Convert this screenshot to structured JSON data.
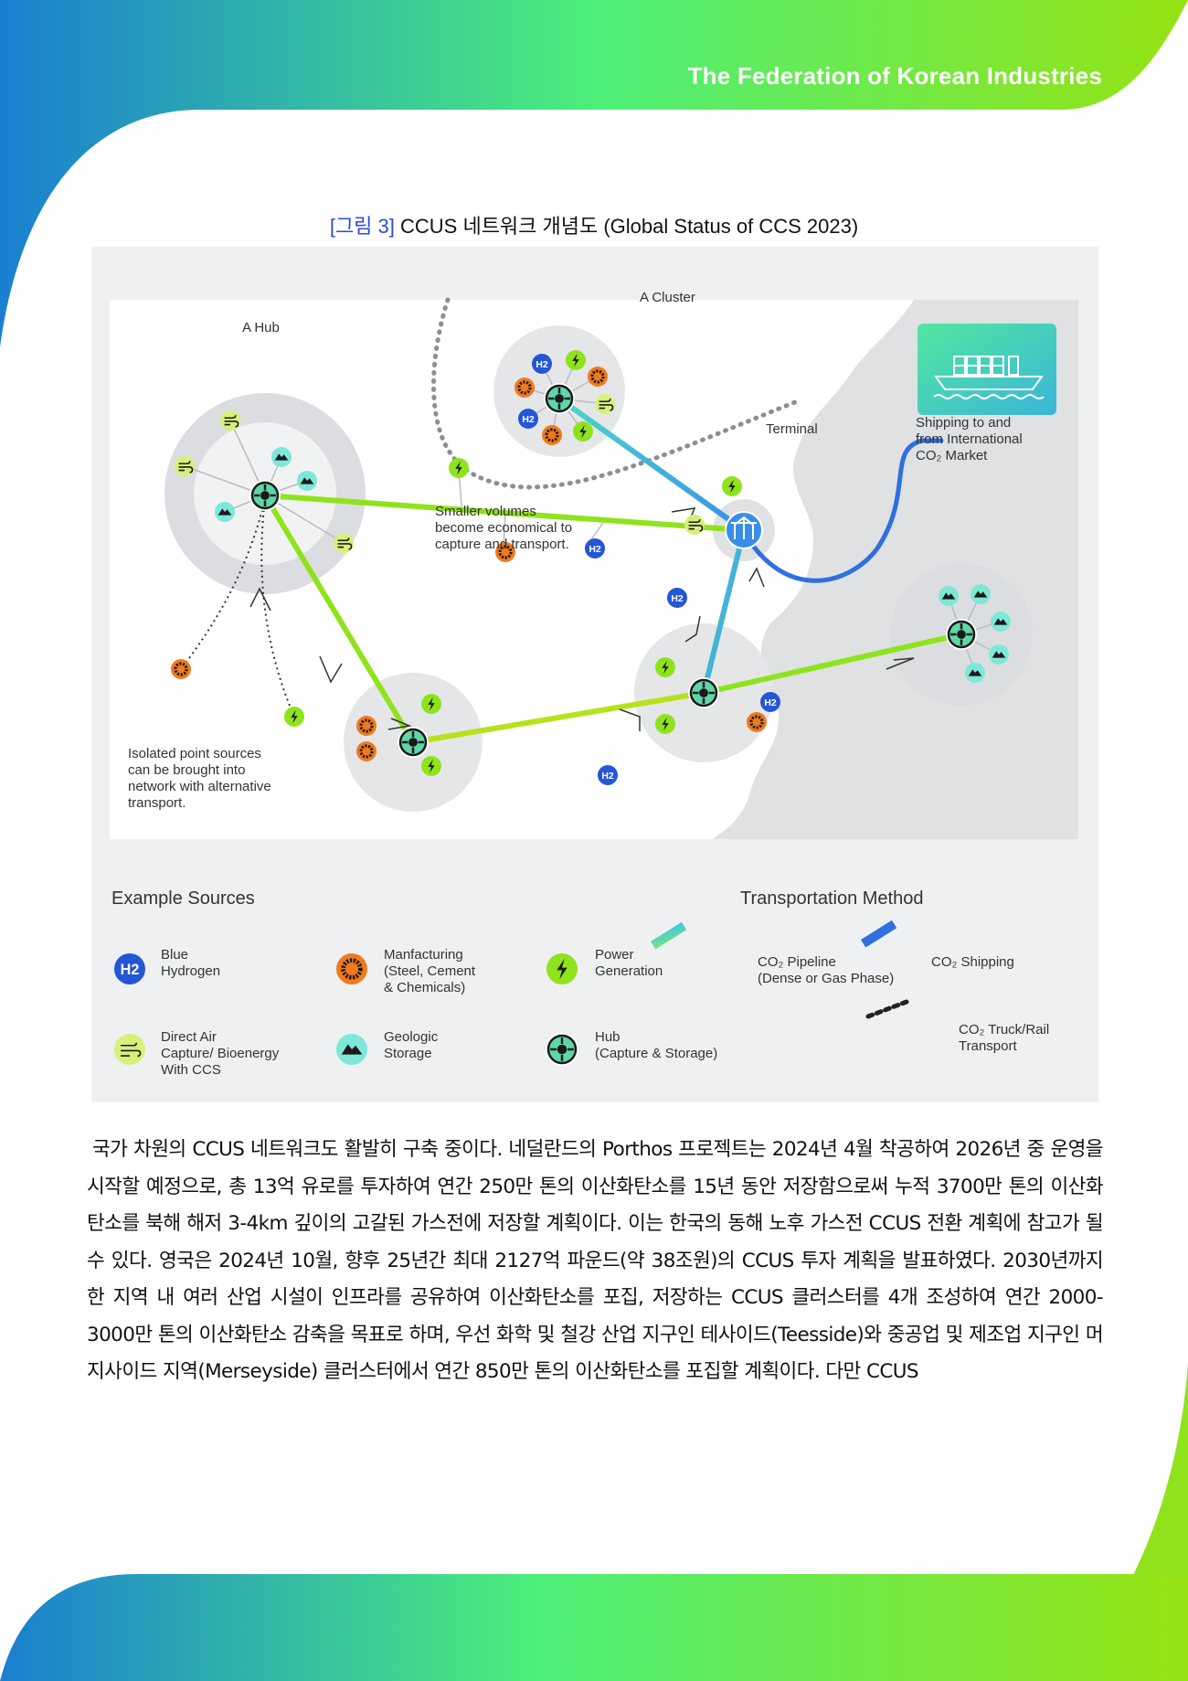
{
  "header": {
    "title": "The Federation of Korean Industries"
  },
  "colors": {
    "blue": "#1a7fd1",
    "green": "#4cef7a",
    "lime": "#8fe31c",
    "h2_blue": "#2456d6",
    "orange": "#f07a1c",
    "power_green": "#8fe31c",
    "geo_teal": "#7ee8d8"
  },
  "figure": {
    "caption_num": "[그림 3]",
    "caption_text": " CCUS 네트워크 개념도 (Global Status of CCS 2023)",
    "map": {
      "hub": "A Hub",
      "cluster": "A Cluster",
      "terminal": "Terminal",
      "shipping": "Shipping to and\nfrom International\nCO₂  Market",
      "smaller": "Smaller volumes\nbecome economical to\ncapture and transport.",
      "isolated": "Isolated point sources\ncan be brought into\nnetwork with alternative\ntransport.",
      "h2": "H2"
    },
    "legend": {
      "sources_heading": "Example Sources",
      "transport_heading": "Transportation Method",
      "blue_hydrogen": "Blue\nHydrogen",
      "manufacturing": "Manfacturing\n(Steel, Cement\n& Chemicals)",
      "power": "Power\nGeneration",
      "dac": "Direct Air\nCapture/ Bioenergy\nWith CCS",
      "geologic": "Geologic\nStorage",
      "hub": "Hub\n(Capture & Storage)",
      "pipeline": "CO₂  Pipeline\n(Dense or Gas Phase)",
      "shipping": "CO₂  Shipping",
      "truck": "CO₂ Truck/Rail\nTransport"
    }
  },
  "body": {
    "paragraph": "국가 차원의 CCUS 네트워크도 활발히 구축 중이다. 네덜란드의 Porthos 프로젝트는 2024년 4월 착공하여 2026년 중 운영을 시작할 예정으로, 총 13억 유로를 투자하여 연간 250만 톤의 이산화탄소를 15년 동안 저장함으로써 누적 3700만 톤의 이산화탄소를 북해 해저 3-4km 깊이의 고갈된 가스전에 저장할 계획이다. 이는 한국의 동해 노후 가스전 CCUS 전환 계획에 참고가 될 수 있다. 영국은 2024년 10월, 향후 25년간 최대 2127억 파운드(약 38조원)의 CCUS 투자 계획을 발표하였다. 2030년까지 한 지역 내 여러 산업 시설이 인프라를 공유하여 이산화탄소를 포집, 저장하는 CCUS 클러스터를 4개 조성하여 연간 2000-3000만 톤의 이산화탄소 감축을 목표로 하며, 우선 화학 및 철강 산업 지구인 테사이드(Teesside)와 중공업 및 제조업 지구인 머지사이드 지역(Merseyside) 클러스터에서 연간 850만 톤의 이산화탄소를 포집할 계획이다. 다만 CCUS"
  }
}
